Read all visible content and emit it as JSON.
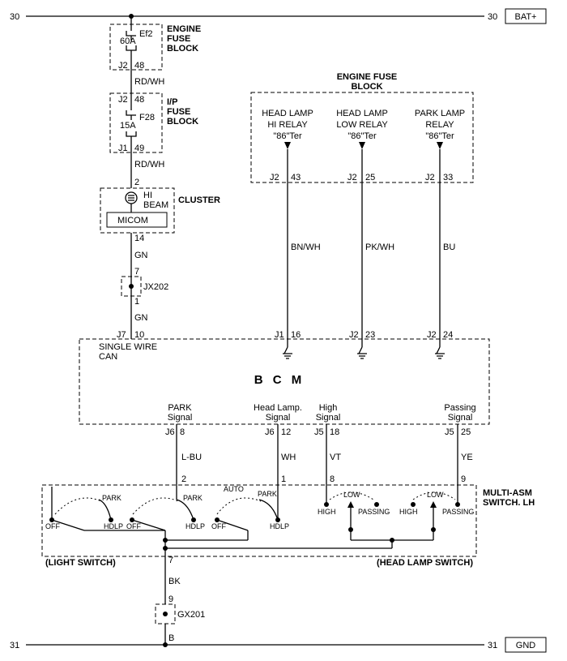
{
  "rails": {
    "top_left_num": "30",
    "top_right_num": "30",
    "top_label": "BAT+",
    "bottom_left_num": "31",
    "bottom_right_num": "31",
    "bottom_label": "GND"
  },
  "engine_fuse": {
    "title_line1": "ENGINE",
    "title_line2": "FUSE",
    "title_line3": "BLOCK",
    "fuse_name": "Ef2",
    "fuse_rating": "60A",
    "conn": "J2",
    "pin": "48"
  },
  "wire_rdwh_1": "RD/WH",
  "ip_fuse": {
    "title_line1": "I/P",
    "title_line2": "FUSE",
    "title_line3": "BLOCK",
    "conn_top": "J2",
    "pin_top": "48",
    "fuse_name": "F28",
    "fuse_rating": "15A",
    "conn_bottom": "J1",
    "pin_bottom": "49"
  },
  "wire_rdwh_2": "RD/WH",
  "cluster": {
    "title": "CLUSTER",
    "pin_in": "2",
    "lamp_line1": "HI",
    "lamp_line2": "BEAM",
    "micom": "MICOM",
    "pin_out": "14"
  },
  "wire_gn_1": "GN",
  "jx202": {
    "name": "JX202",
    "pin_top": "7",
    "pin_bottom": "1"
  },
  "wire_gn_2": "GN",
  "relay_block": {
    "title_line1": "ENGINE FUSE",
    "title_line2": "BLOCK",
    "relays": [
      {
        "line1": "HEAD LAMP",
        "line2": "HI RELAY",
        "line3": "\"86\"Ter",
        "conn": "J2",
        "pin": "43",
        "wire": "BN/WH",
        "bcm_conn": "J1",
        "bcm_pin": "16"
      },
      {
        "line1": "HEAD LAMP",
        "line2": "LOW RELAY",
        "line3": "\"86\"Ter",
        "conn": "J2",
        "pin": "25",
        "wire": "PK/WH",
        "bcm_conn": "J2",
        "bcm_pin": "23"
      },
      {
        "line1": "PARK LAMP",
        "line2": "RELAY",
        "line3": "\"86\"Ter",
        "conn": "J2",
        "pin": "33",
        "wire": "BU",
        "bcm_conn": "J2",
        "bcm_pin": "24"
      }
    ]
  },
  "bcm": {
    "title": "B C M",
    "can_conn": "J7",
    "can_pin": "10",
    "can_line1": "SINGLE WIRE",
    "can_line2": "CAN",
    "signals": [
      {
        "line1": "PARK",
        "line2": "Signal",
        "conn": "J6",
        "pin": "8",
        "wire": "L-BU",
        "sw_pin": "2"
      },
      {
        "line1": "Head Lamp.",
        "line2": "Signal",
        "conn": "J6",
        "pin": "12",
        "wire": "WH",
        "sw_pin": "1"
      },
      {
        "line1": "High",
        "line2": "Signal",
        "conn": "J5",
        "pin": "18",
        "wire": "VT",
        "sw_pin": "8"
      },
      {
        "line1": "Passing",
        "line2": "Signal",
        "conn": "J5",
        "pin": "25",
        "wire": "YE",
        "sw_pin": "9"
      }
    ]
  },
  "switch": {
    "title_line1": "MULTI-ASM",
    "title_line2": "SWITCH. LH",
    "light_switch_label": "(LIGHT SWITCH)",
    "head_lamp_switch_label": "(HEAD LAMP SWITCH)",
    "pos_park_1": "PARK",
    "pos_off_1": "OFF",
    "pos_hdlp_1": "HDLP",
    "pos_park_2": "PARK",
    "pos_off_2": "OFF",
    "pos_hdlp_2": "HDLP",
    "pos_auto": "AUTO",
    "pos_park_3": "PARK",
    "pos_off_3": "OFF",
    "pos_hdlp_3": "HDLP",
    "pos_low_1": "LOW",
    "pos_high_1": "HIGH",
    "pos_passing_1": "PASSING",
    "pos_low_2": "LOW",
    "pos_high_2": "HIGH",
    "pos_passing_2": "PASSING",
    "ground_pin": "7"
  },
  "wire_bk": "BK",
  "gx201": {
    "name": "GX201",
    "pin": "9"
  },
  "ground_node": "B"
}
